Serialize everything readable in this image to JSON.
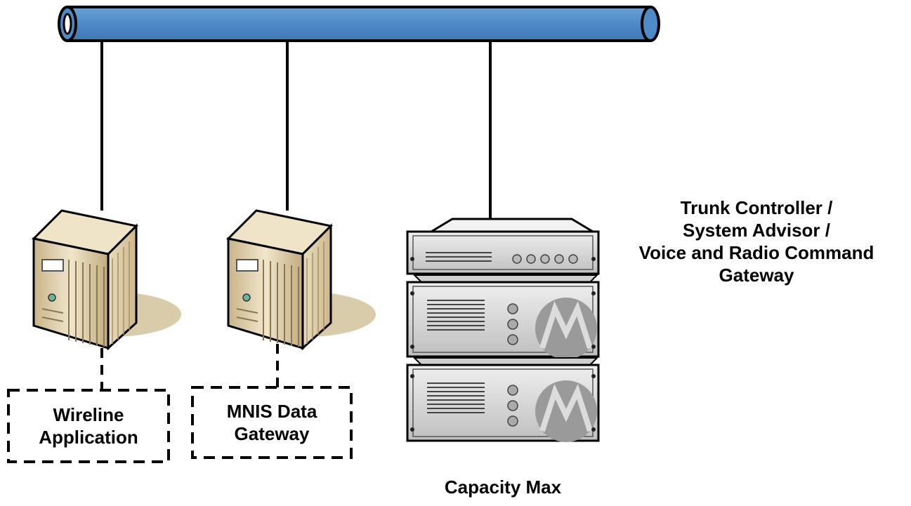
{
  "colors": {
    "network_bus": "#4f8ac6",
    "server_body": "#e3d3b0",
    "rack_body": "#d0d0d0",
    "outline": "#000000"
  },
  "labels": {
    "wireline_application": [
      "Wireline",
      "Application"
    ],
    "mnis_data_gateway": [
      "MNIS Data",
      "Gateway"
    ],
    "trunk_controller": [
      "Trunk Controller /",
      "System Advisor /",
      "Voice and Radio Command",
      "Gateway"
    ],
    "capacity_max": "Capacity Max"
  },
  "icons": [
    "network-bus-icon",
    "server-tower-icon",
    "rack-equipment-icon",
    "motorola-logo-icon"
  ]
}
